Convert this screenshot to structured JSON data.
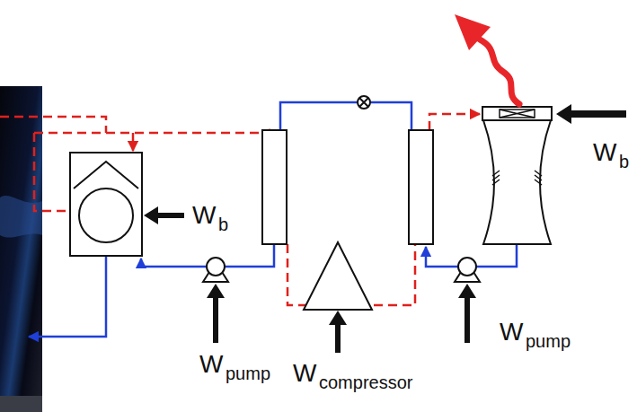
{
  "diagram": {
    "labels": [
      "W",
      "b",
      "W",
      "pump",
      "W",
      "compressor",
      "W",
      "pump",
      "W",
      "b"
    ]
  }
}
